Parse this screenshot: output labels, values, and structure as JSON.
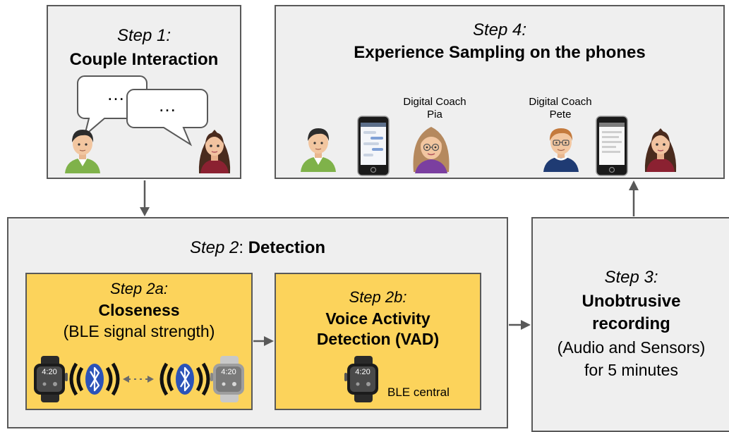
{
  "step1": {
    "label": "Step 1:",
    "title": "Couple Interaction",
    "bubble1": "…",
    "bubble2": "…"
  },
  "step4": {
    "label": "Step 4:",
    "title": "Experience Sampling on the phones",
    "coach_pia_label": "Digital Coach",
    "coach_pia_name": "Pia",
    "coach_pete_label": "Digital Coach",
    "coach_pete_name": "Pete"
  },
  "step2": {
    "label": "Step 2",
    "sep": ": ",
    "title": "Detection",
    "a": {
      "label": "Step 2a:",
      "title": "Closeness",
      "subtitle": "(BLE signal strength)",
      "watch_time": "4:20"
    },
    "b": {
      "label": "Step 2b:",
      "title_line1": "Voice Activity",
      "title_line2": "Detection (VAD)",
      "watch_time": "4:20",
      "central_label": "BLE central"
    }
  },
  "step3": {
    "label": "Step 3:",
    "title_line1": "Unobtrusive",
    "title_line2": "recording",
    "detail_line1": "(Audio and Sensors)",
    "detail_line2": "for 5 minutes"
  },
  "colors": {
    "panel": "#efefef",
    "highlight": "#fcd35b",
    "border": "#595959",
    "bluetooth": "#2b53b8"
  }
}
